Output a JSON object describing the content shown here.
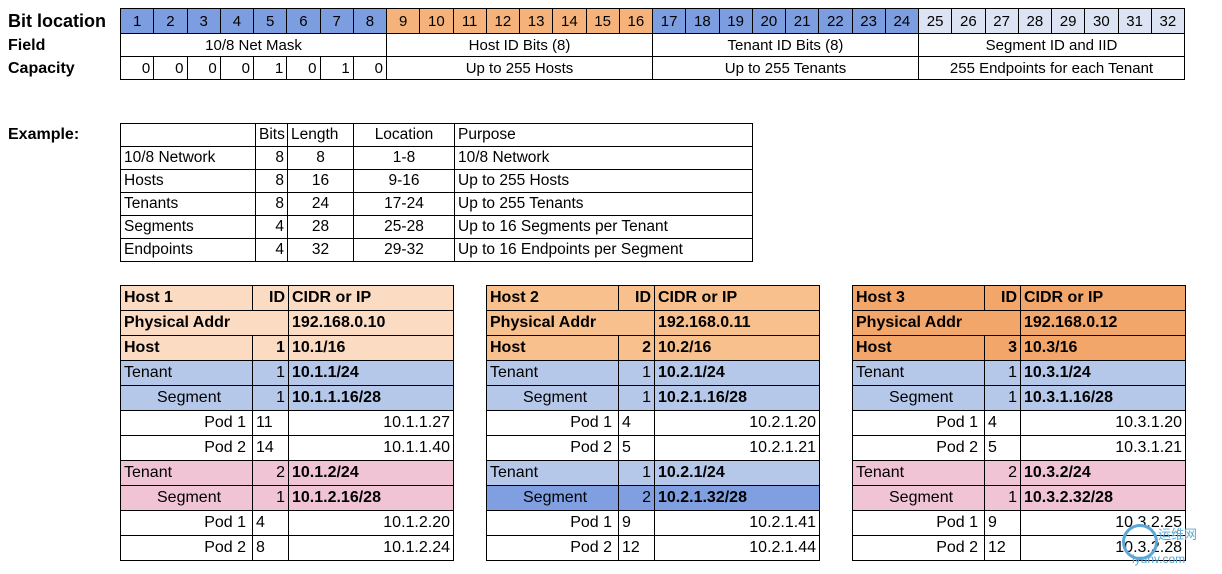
{
  "bit_table": {
    "row_labels": {
      "bits": "Bit location",
      "field": "Field",
      "capacity": "Capacity"
    },
    "bits": [
      "1",
      "2",
      "3",
      "4",
      "5",
      "6",
      "7",
      "8",
      "9",
      "10",
      "11",
      "12",
      "13",
      "14",
      "15",
      "16",
      "17",
      "18",
      "19",
      "20",
      "21",
      "22",
      "23",
      "24",
      "25",
      "26",
      "27",
      "28",
      "29",
      "30",
      "31",
      "32"
    ],
    "fields": [
      "10/8 Net Mask",
      "Host ID Bits (8)",
      "Tenant ID Bits (8)",
      "Segment ID and IID"
    ],
    "capacity_bits": [
      "0",
      "0",
      "0",
      "0",
      "1",
      "0",
      "1",
      "0"
    ],
    "capacity": [
      "Up to 255 Hosts",
      "Up to 255 Tenants",
      "255 Endpoints for each Tenant"
    ],
    "group_colors": {
      "mask": "#7c9ee0",
      "host": "#f5b27a",
      "tenant": "#7c9ee0",
      "segment": "#dce4f4"
    }
  },
  "example": {
    "label": "Example:",
    "headers": [
      "",
      "Bits",
      "Length",
      "Location",
      "Purpose"
    ],
    "rows": [
      [
        "10/8 Network",
        "8",
        "8",
        "1-8",
        "10/8 Network"
      ],
      [
        "Hosts",
        "8",
        "16",
        "9-16",
        "Up to 255 Hosts"
      ],
      [
        "Tenants",
        "8",
        "24",
        "17-24",
        "Up to 255 Tenants"
      ],
      [
        "Segments",
        "4",
        "28",
        "25-28",
        "Up to 16 Segments per Tenant"
      ],
      [
        "Endpoints",
        "4",
        "32",
        "29-32",
        "Up to 16 Endpoints per Segment"
      ]
    ]
  },
  "hosts": [
    {
      "header": {
        "name": "Host 1",
        "id": "ID",
        "cidr": "CIDR or IP"
      },
      "physical": {
        "label": "Physical Addr",
        "value": "192.168.0.10"
      },
      "host": {
        "label": "Host",
        "id": "1",
        "cidr": "10.1/16"
      },
      "tenants": [
        {
          "label": "Tenant",
          "id": "1",
          "cidr": "10.1.1/24",
          "segment": {
            "label": "Segment",
            "id": "1",
            "cidr": "10.1.1.16/28"
          },
          "pods": [
            {
              "label": "Pod 1",
              "id": "11",
              "ip": "10.1.1.27"
            },
            {
              "label": "Pod 2",
              "id": "14",
              "ip": "10.1.1.40"
            }
          ]
        },
        {
          "label": "Tenant",
          "id": "2",
          "cidr": "10.1.2/24",
          "segment": {
            "label": "Segment",
            "id": "1",
            "cidr": "10.1.2.16/28"
          },
          "pods": [
            {
              "label": "Pod 1",
              "id": "4",
              "ip": "10.1.2.20"
            },
            {
              "label": "Pod 2",
              "id": "8",
              "ip": "10.1.2.24"
            }
          ]
        }
      ]
    },
    {
      "header": {
        "name": "Host 2",
        "id": "ID",
        "cidr": "CIDR or IP"
      },
      "physical": {
        "label": "Physical Addr",
        "value": "192.168.0.11"
      },
      "host": {
        "label": "Host",
        "id": "2",
        "cidr": "10.2/16"
      },
      "tenants": [
        {
          "label": "Tenant",
          "id": "1",
          "cidr": "10.2.1/24",
          "segment": {
            "label": "Segment",
            "id": "1",
            "cidr": "10.2.1.16/28"
          },
          "pods": [
            {
              "label": "Pod 1",
              "id": "4",
              "ip": "10.2.1.20"
            },
            {
              "label": "Pod 2",
              "id": "5",
              "ip": "10.2.1.21"
            }
          ]
        },
        {
          "label": "Tenant",
          "id": "1",
          "cidr": "10.2.1/24",
          "segment": {
            "label": "Segment",
            "id": "2",
            "cidr": "10.2.1.32/28"
          },
          "pods": [
            {
              "label": "Pod 1",
              "id": "9",
              "ip": "10.2.1.41"
            },
            {
              "label": "Pod 2",
              "id": "12",
              "ip": "10.2.1.44"
            }
          ]
        }
      ]
    },
    {
      "header": {
        "name": "Host 3",
        "id": "ID",
        "cidr": "CIDR or IP"
      },
      "physical": {
        "label": "Physical Addr",
        "value": "192.168.0.12"
      },
      "host": {
        "label": "Host",
        "id": "3",
        "cidr": "10.3/16"
      },
      "tenants": [
        {
          "label": "Tenant",
          "id": "1",
          "cidr": "10.3.1/24",
          "segment": {
            "label": "Segment",
            "id": "1",
            "cidr": "10.3.1.16/28"
          },
          "pods": [
            {
              "label": "Pod 1",
              "id": "4",
              "ip": "10.3.1.20"
            },
            {
              "label": "Pod 2",
              "id": "5",
              "ip": "10.3.1.21"
            }
          ]
        },
        {
          "label": "Tenant",
          "id": "2",
          "cidr": "10.3.2/24",
          "segment": {
            "label": "Segment",
            "id": "1",
            "cidr": "10.3.2.32/28"
          },
          "pods": [
            {
              "label": "Pod 1",
              "id": "9",
              "ip": "10.3.2.25"
            },
            {
              "label": "Pod 2",
              "id": "12",
              "ip": "10.3.2.28"
            }
          ]
        }
      ]
    }
  ],
  "watermark": {
    "top": "运维网",
    "bottom": "iyunv.com"
  }
}
